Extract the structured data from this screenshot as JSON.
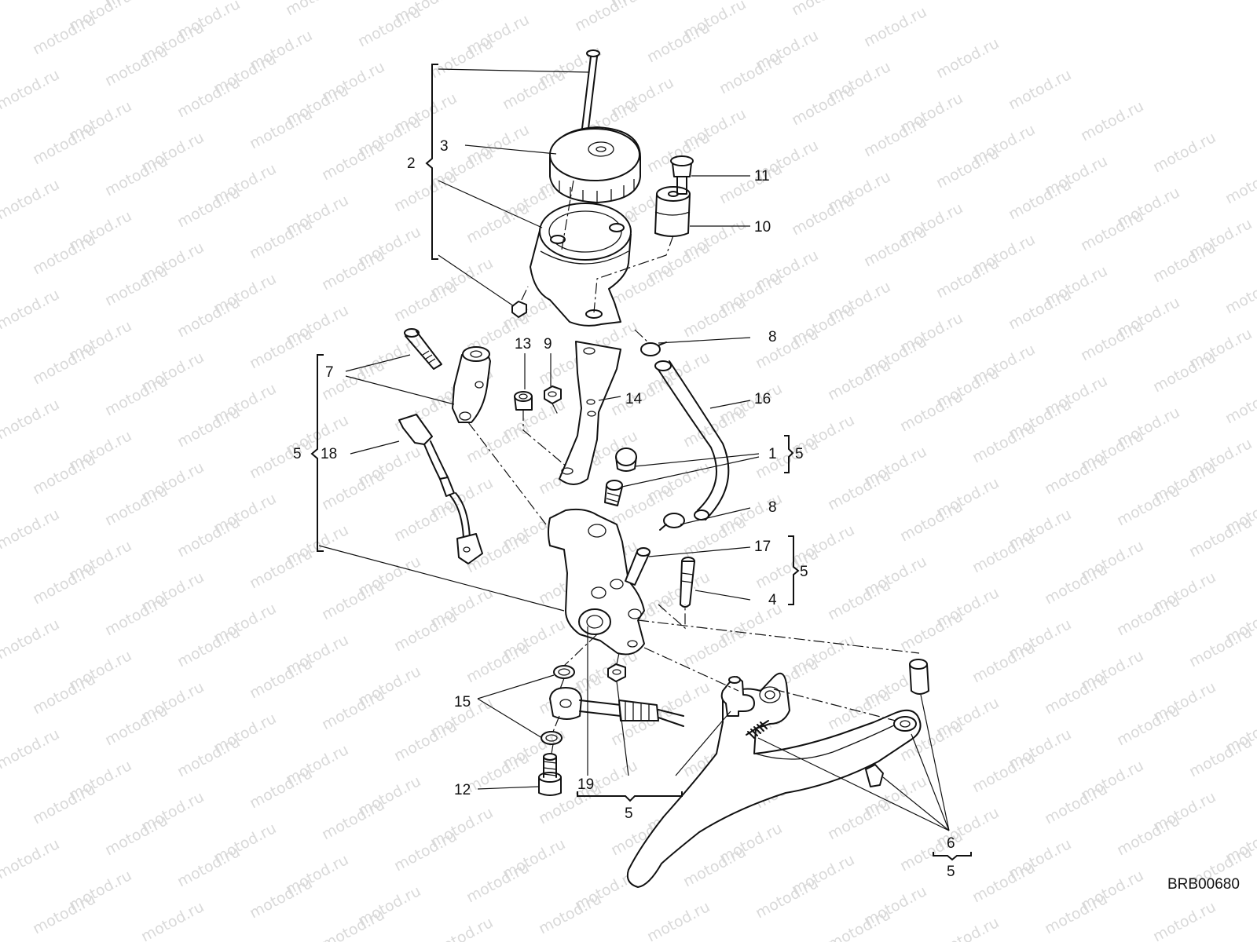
{
  "watermark": {
    "text": "motod.ru"
  },
  "drawing_code": "BRB00680",
  "labels": {
    "l2": "2",
    "l3": "3",
    "l11": "11",
    "l10": "10",
    "l8a": "8",
    "l13": "13",
    "l9": "9",
    "l14": "14",
    "l16": "16",
    "l7": "7",
    "l5a": "5",
    "l18": "18",
    "l1": "1",
    "l5b": "5",
    "l8b": "8",
    "l17": "17",
    "l5c": "5",
    "l4": "4",
    "l15": "15",
    "l12": "12",
    "l19": "19",
    "l5d": "5",
    "l6": "6",
    "l5e": "5"
  }
}
